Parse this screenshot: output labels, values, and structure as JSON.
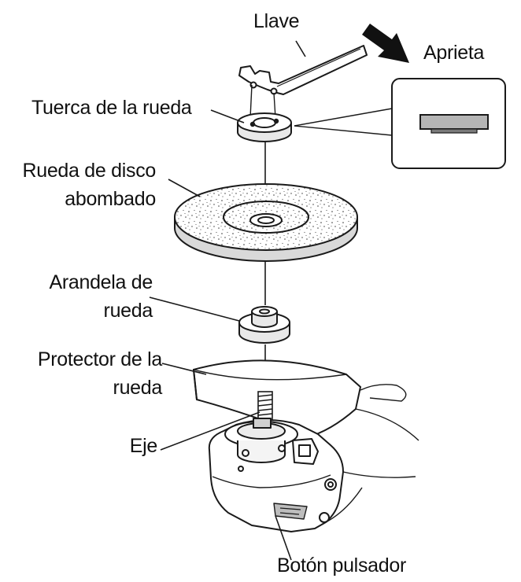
{
  "labels": {
    "wrench": "Llave",
    "tighten": "Aprieta",
    "wheel_nut": "Tuerca de la rueda",
    "disc_line1": "Rueda de disco",
    "disc_line2": "abombado",
    "washer_line1": "Arandela de",
    "washer_line2": "rueda",
    "guard_line1": "Protector de la",
    "guard_line2": "rueda",
    "spindle": "Eje",
    "lock_button": "Botón pulsador"
  },
  "colors": {
    "line": "#1a1a1a",
    "part_fill": "#ffffff",
    "shade": "#cfcfcf",
    "dark_shade": "#8a8a8a"
  }
}
